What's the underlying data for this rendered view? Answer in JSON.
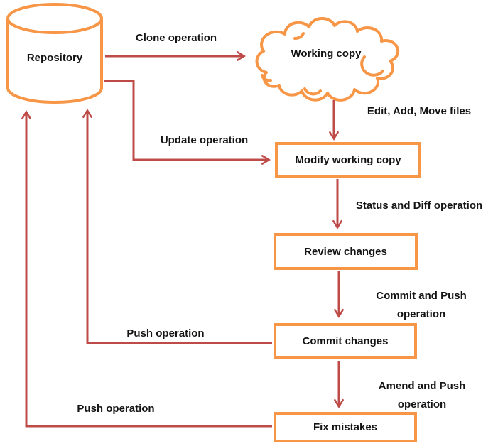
{
  "colors": {
    "shape": "#F79646",
    "arrow": "#BE4B48",
    "text": "#141414",
    "background": "#FFFFFF"
  },
  "nodes": {
    "repository": {
      "label": "Repository",
      "shape": "cylinder"
    },
    "working_copy": {
      "label": "Working copy",
      "shape": "cloud"
    },
    "modify_working_copy": {
      "label": "Modify working copy",
      "shape": "rectangle"
    },
    "review_changes": {
      "label": "Review changes",
      "shape": "rectangle"
    },
    "commit_changes": {
      "label": "Commit changes",
      "shape": "rectangle"
    },
    "fix_mistakes": {
      "label": "Fix mistakes",
      "shape": "rectangle"
    }
  },
  "edges": {
    "clone": {
      "label": "Clone operation",
      "from": "repository",
      "to": "working_copy"
    },
    "edit_add_move": {
      "label": "Edit, Add, Move files",
      "from": "working_copy",
      "to": "modify_working_copy"
    },
    "update": {
      "label": "Update operation",
      "from": "repository",
      "to": "modify_working_copy"
    },
    "status_diff": {
      "label": "Status and Diff operation",
      "from": "modify_working_copy",
      "to": "review_changes"
    },
    "commit_push": {
      "label": "Commit and Push operation",
      "from": "review_changes",
      "to": "commit_changes"
    },
    "push_from_commit": {
      "label": "Push operation",
      "from": "commit_changes",
      "to": "repository"
    },
    "amend_push": {
      "label": "Amend and Push operation",
      "from": "commit_changes",
      "to": "fix_mistakes"
    },
    "push_from_fix": {
      "label": "Push operation",
      "from": "fix_mistakes",
      "to": "repository"
    }
  }
}
